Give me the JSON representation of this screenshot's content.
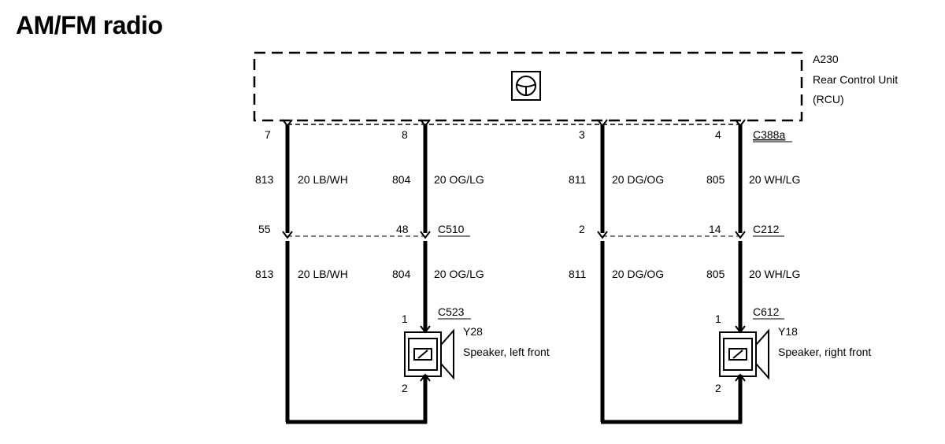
{
  "title": "AM/FM radio",
  "module": {
    "id": "A230",
    "name": "Rear Control Unit",
    "abbr": "(RCU)"
  },
  "connectors": {
    "module": "C388a",
    "left_mid": "C510",
    "right_mid": "C212",
    "left_speaker": "C523",
    "right_speaker": "C612"
  },
  "circuits": [
    {
      "id": "813",
      "wire": "20 LB/WH",
      "pin_top": "7",
      "pin_mid": "55"
    },
    {
      "id": "804",
      "wire": "20 OG/LG",
      "pin_top": "8",
      "pin_mid": "48",
      "pin_spk_top": "1",
      "pin_spk_bottom": "2"
    },
    {
      "id": "811",
      "wire": "20 DG/OG",
      "pin_top": "3",
      "pin_mid": "2"
    },
    {
      "id": "805",
      "wire": "20 WH/LG",
      "pin_top": "4",
      "pin_mid": "14",
      "pin_spk_top": "1",
      "pin_spk_bottom": "2"
    }
  ],
  "speakers": {
    "left": {
      "id": "Y28",
      "name": "Speaker, left front"
    },
    "right": {
      "id": "Y18",
      "name": "Speaker, right front"
    }
  },
  "icons": {
    "module_symbol": "steering-wheel-icon",
    "speaker_symbol": "speaker-icon"
  }
}
